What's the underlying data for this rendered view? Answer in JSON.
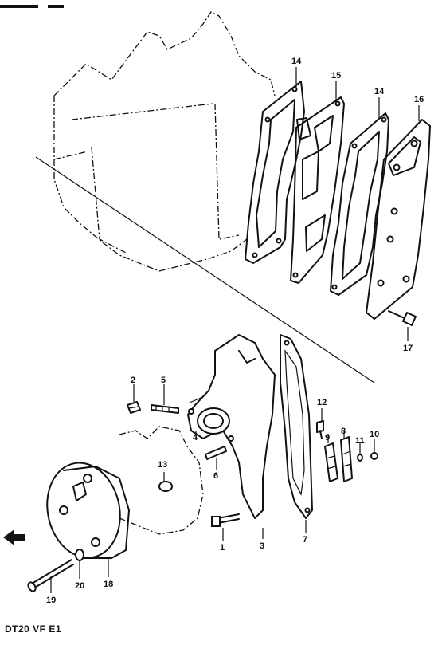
{
  "diagram": {
    "caption": "DT20 VF E1",
    "part_labels": {
      "p1": "1",
      "p2": "2",
      "p3": "3",
      "p4": "4",
      "p5": "5",
      "p6": "6",
      "p7": "7",
      "p8": "8",
      "p9": "9",
      "p10": "10",
      "p11": "11",
      "p12": "12",
      "p13": "13",
      "p14a": "14",
      "p14b": "14",
      "p15": "15",
      "p16": "16",
      "p17": "17",
      "p18": "18",
      "p19": "19",
      "p20": "20"
    }
  }
}
